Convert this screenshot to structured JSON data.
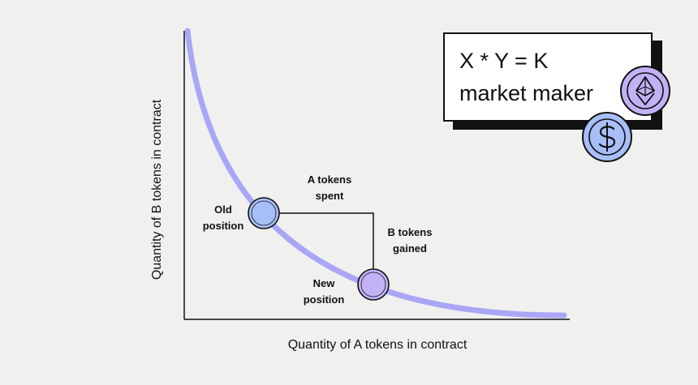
{
  "diagram": {
    "title_line1": "X * Y = K",
    "title_line2": "market maker",
    "x_axis_label": "Quantity of A tokens in contract",
    "y_axis_label": "Quantity of  B tokens in contract",
    "points": {
      "old_line1": "Old",
      "old_line2": "position",
      "new_line1": "New",
      "new_line2": "position"
    },
    "segments": {
      "spent_line1": "A tokens",
      "spent_line2": "spent",
      "gained_line1": "B tokens",
      "gained_line2": "gained"
    },
    "icons": {
      "ethereum": "ethereum-coin-icon",
      "dollar": "dollar-coin-icon"
    },
    "colors": {
      "curve": "#a9a7f5",
      "old_point": "#a7bef8",
      "new_point": "#c3b1f6",
      "ink": "#111111",
      "background": "#f0f0ef"
    }
  }
}
